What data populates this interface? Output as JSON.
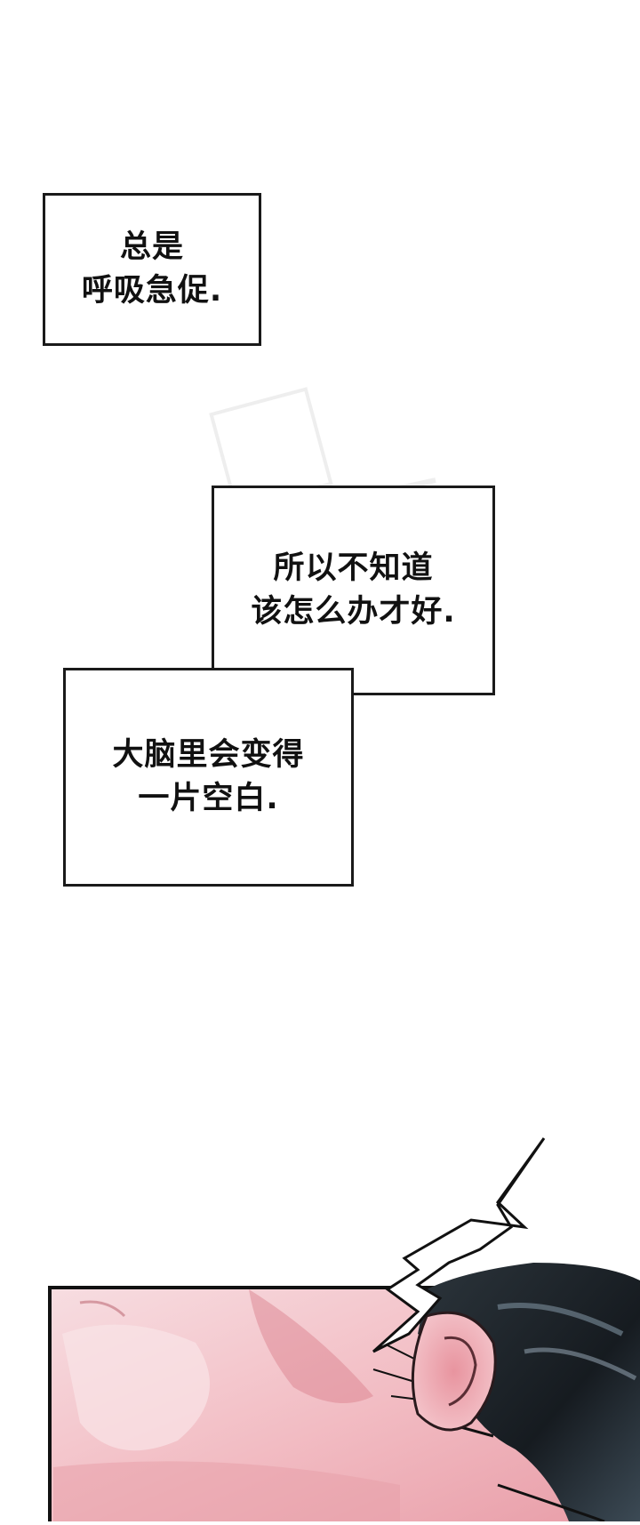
{
  "captions": [
    {
      "lines": [
        "总是",
        "呼吸急促."
      ]
    },
    {
      "lines": [
        "所以不知道",
        "该怎么办才好."
      ]
    },
    {
      "lines": [
        "大脑里会变得",
        "一片空白."
      ]
    }
  ],
  "colors": {
    "background": "#ffffff",
    "border": "#1a1a1a",
    "skin": "#f3c4c9",
    "hair": "#1c2227"
  }
}
